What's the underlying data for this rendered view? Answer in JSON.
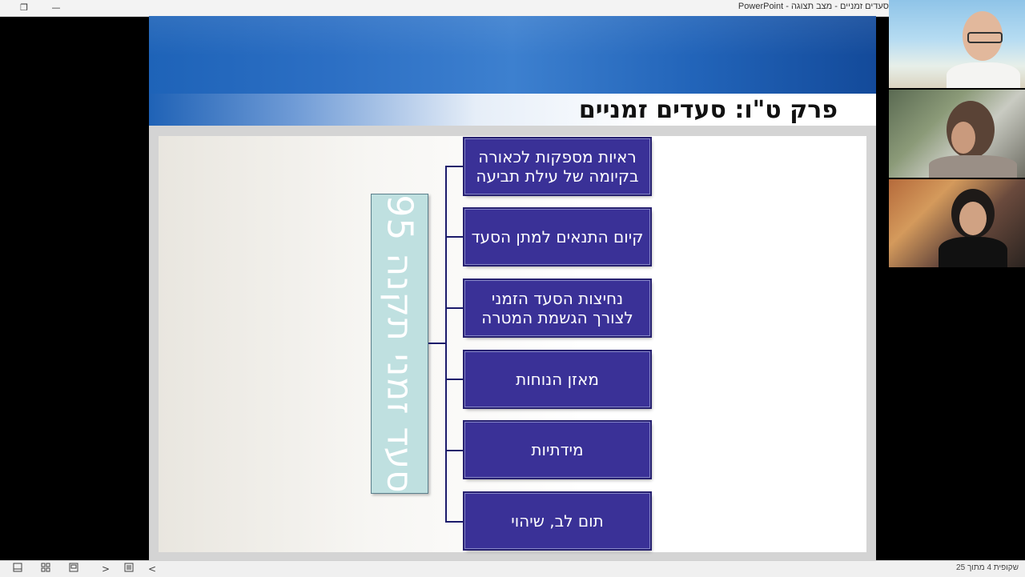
{
  "window": {
    "title": "סעדים זמניים - מצב תצוגה - PowerPoint",
    "restore_glyph": "❐",
    "minimize_glyph": "—"
  },
  "slide": {
    "title": "פרק ט\"ו: סעדים זמניים",
    "vertical_label": "סעד זמני תקנה 95",
    "nodes": [
      "ראיות מספקות לכאורה בקיומה של עילת תביעה",
      "קיום התנאים למתן הסעד",
      "נחיצות הסעד הזמני לצורך הגשמת המטרה",
      "מאזן הנוחות",
      "מידתיות",
      "תום לב, שיהוי"
    ]
  },
  "video_panel": {
    "participants": [
      "participant-1",
      "participant-2",
      "participant-3"
    ]
  },
  "statusbar": {
    "slide_counter": "שקופית 4 מתוך 25",
    "icons": [
      "normal-view-icon",
      "slide-sorter-icon",
      "reading-view-icon",
      "next-slide-icon",
      "notes-icon",
      "prev-slide-icon"
    ],
    "next_glyph": ">",
    "prev_glyph": "<"
  }
}
